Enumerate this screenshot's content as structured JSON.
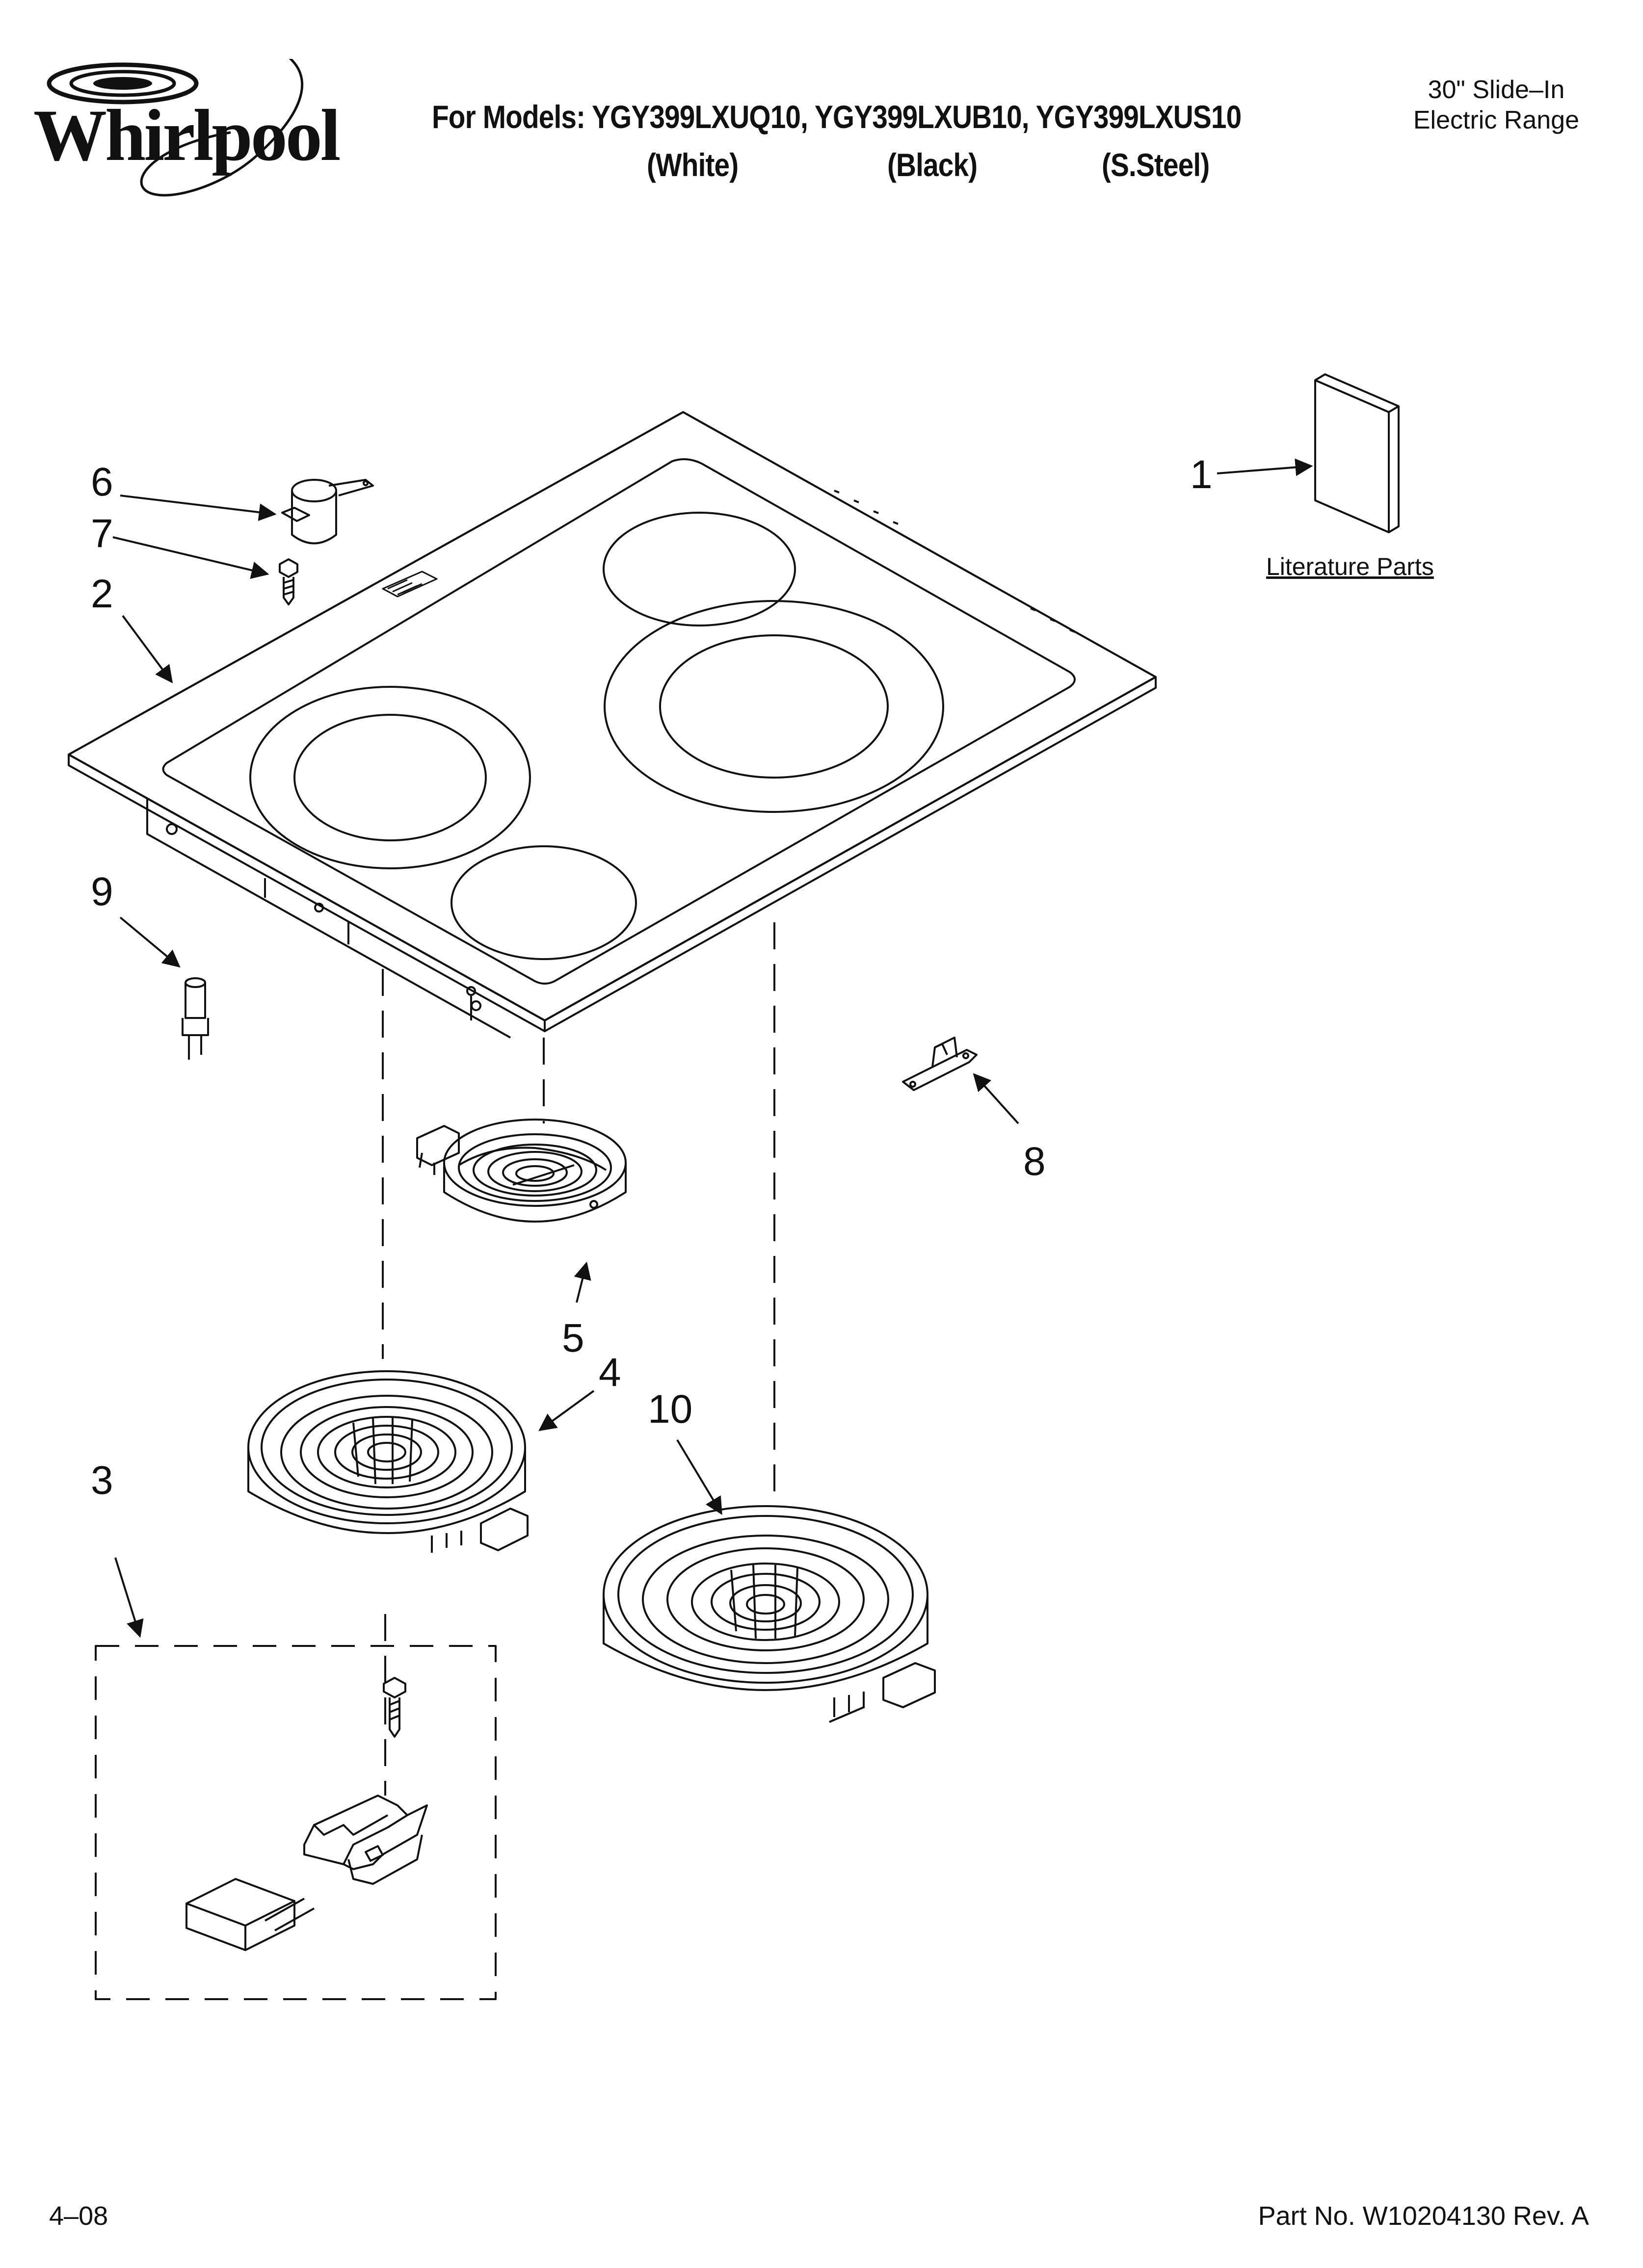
{
  "header": {
    "brand": "Whirlpool",
    "models_line": "For Models: YGY399LXUQ10, YGY399LXUB10, YGY399LXUS10",
    "variants": [
      "(White)",
      "(Black)",
      "(S.Steel)"
    ],
    "product_type_line1": "30\" Slide–In",
    "product_type_line2": "Electric Range"
  },
  "callouts": [
    "1",
    "2",
    "3",
    "4",
    "5",
    "6",
    "7",
    "8",
    "9",
    "10"
  ],
  "literature_label": "Literature Parts",
  "footer": {
    "date": "4–08",
    "part_number": "Part No. W10204130 Rev. A"
  },
  "icons": {
    "brand_logo": "whirlpool-swirl-logo",
    "cooktop": "ceramic-cooktop",
    "element": "radiant-surface-element"
  }
}
